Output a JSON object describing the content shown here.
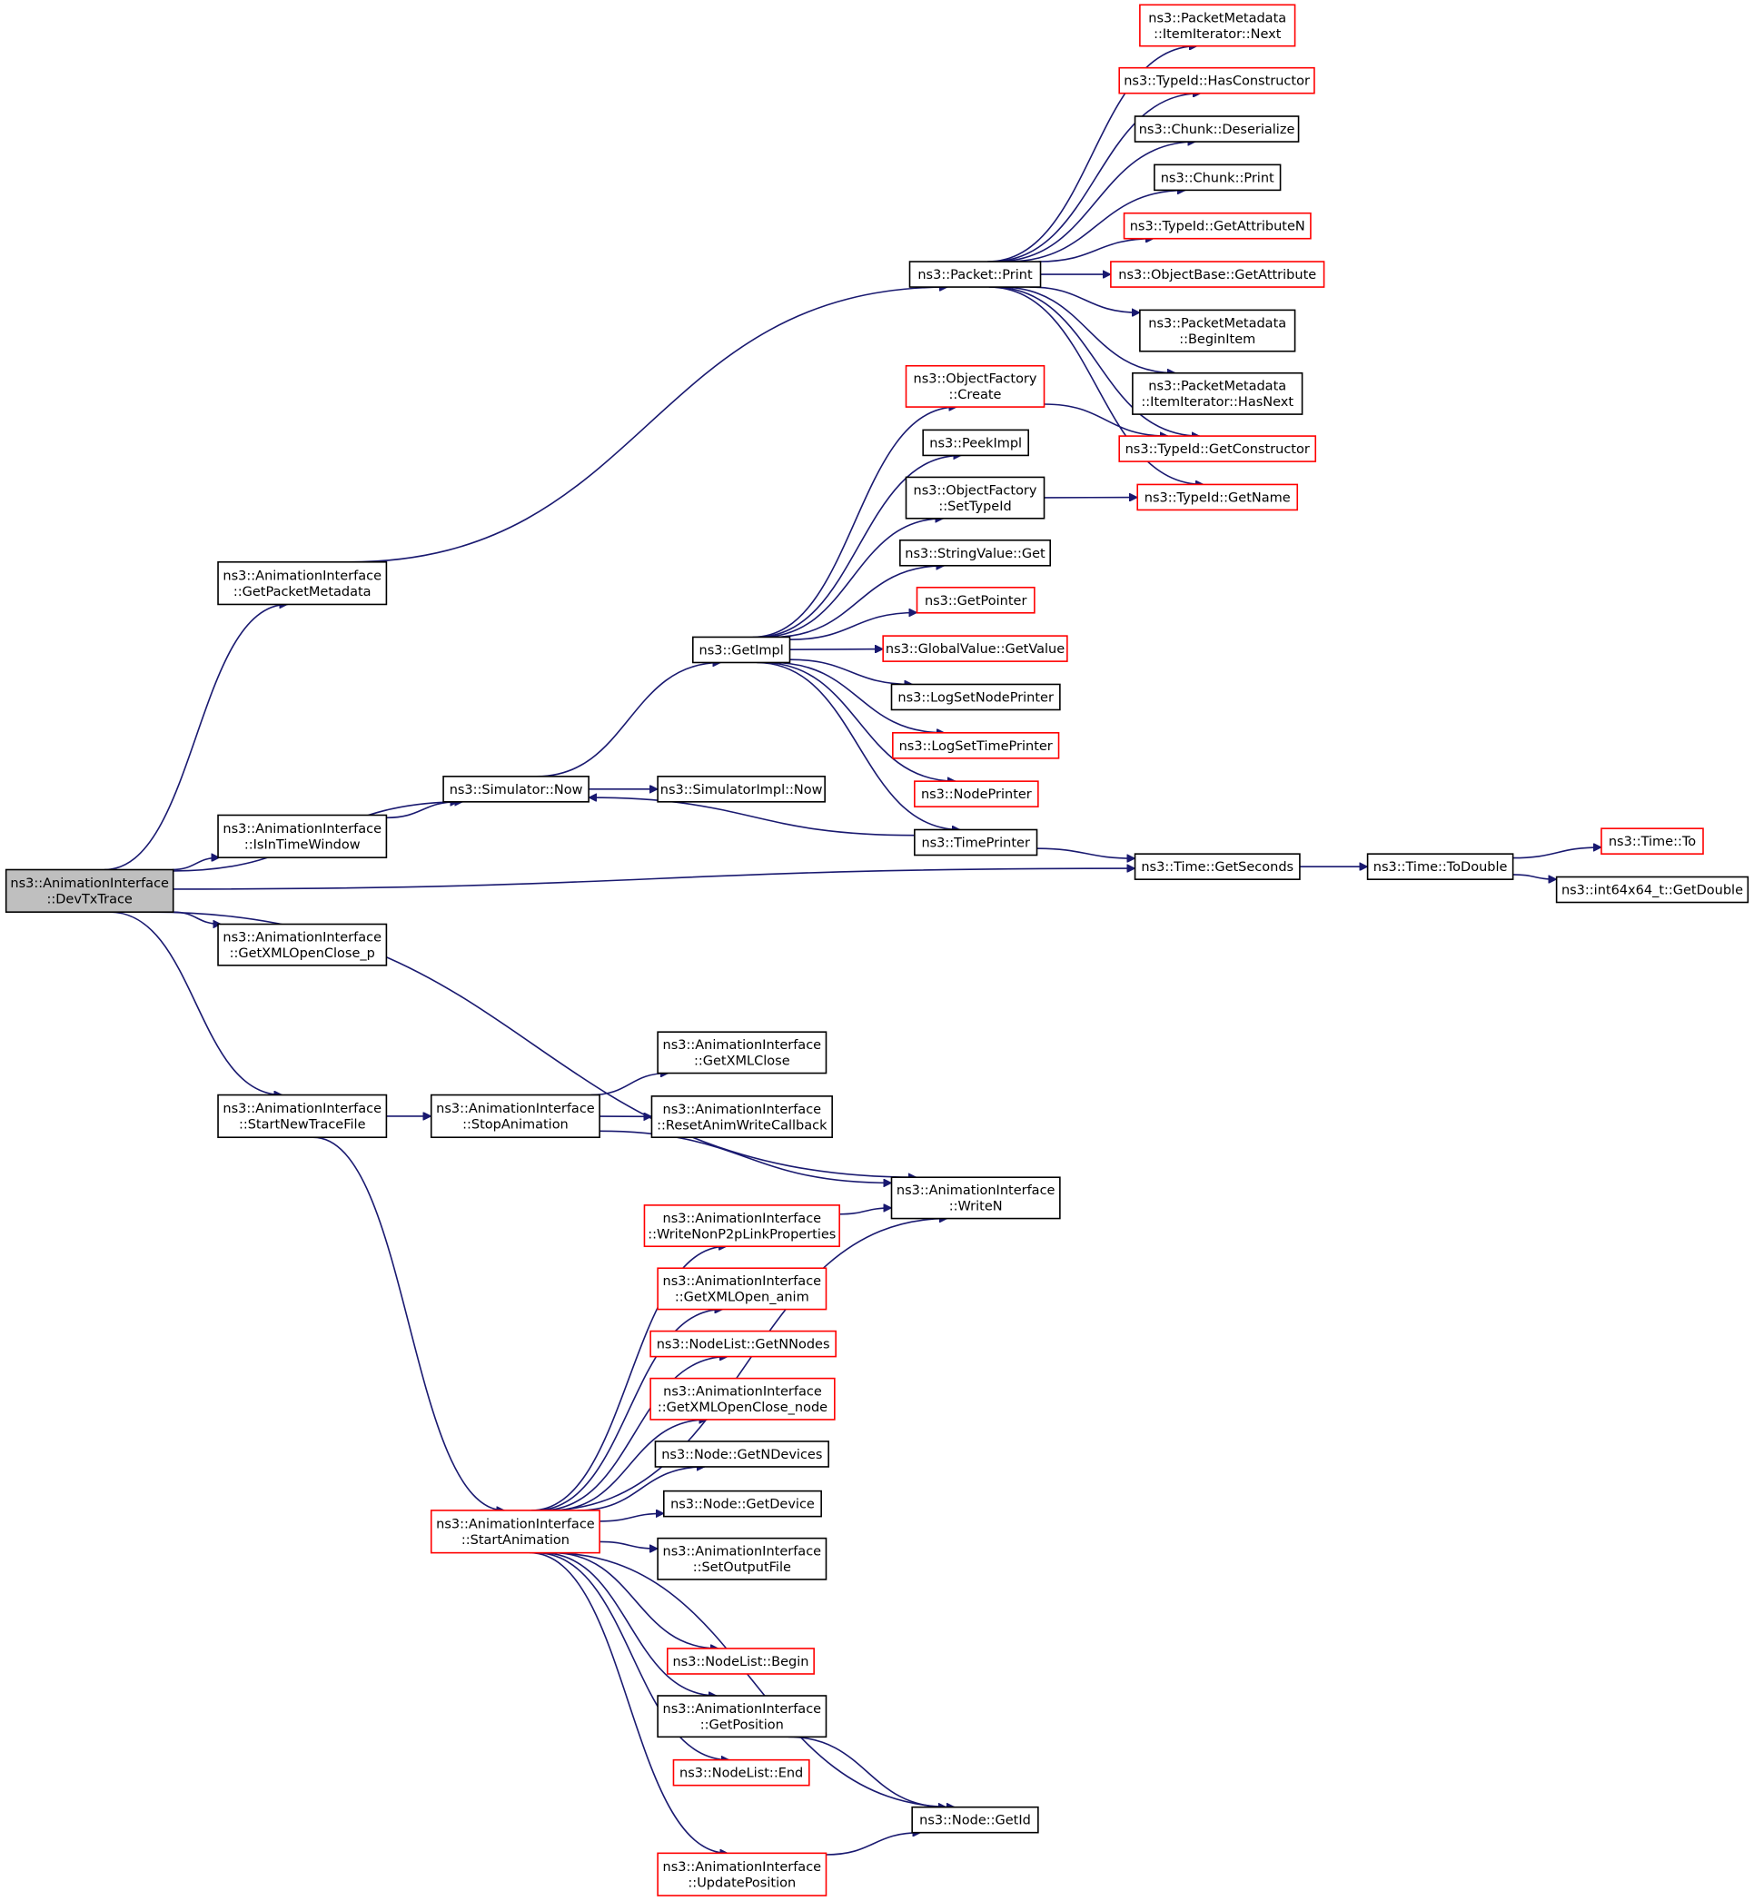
{
  "colors": {
    "edge": "#191970",
    "root_fill": "#bfbfbf",
    "border_normal": "#000000",
    "border_truncated": "#ff0000"
  },
  "nodes": [
    {
      "id": "devtx",
      "lines": [
        "ns3::AnimationInterface",
        "::DevTxTrace"
      ],
      "style": "root"
    },
    {
      "id": "getpktmeta",
      "lines": [
        "ns3::AnimationInterface",
        "::GetPacketMetadata"
      ],
      "style": "black"
    },
    {
      "id": "isintime",
      "lines": [
        "ns3::AnimationInterface",
        "::IsInTimeWindow"
      ],
      "style": "black"
    },
    {
      "id": "getxmloc_p",
      "lines": [
        "ns3::AnimationInterface",
        "::GetXMLOpenClose_p"
      ],
      "style": "black"
    },
    {
      "id": "startnew",
      "lines": [
        "ns3::AnimationInterface",
        "::StartNewTraceFile"
      ],
      "style": "black"
    },
    {
      "id": "packetprint",
      "lines": [
        "ns3::Packet::Print"
      ],
      "style": "black"
    },
    {
      "id": "simnow",
      "lines": [
        "ns3::Simulator::Now"
      ],
      "style": "black"
    },
    {
      "id": "stopanim",
      "lines": [
        "ns3::AnimationInterface",
        "::StopAnimation"
      ],
      "style": "black"
    },
    {
      "id": "startanim",
      "lines": [
        "ns3::AnimationInterface",
        "::StartAnimation"
      ],
      "style": "red"
    },
    {
      "id": "pm_next",
      "lines": [
        "ns3::PacketMetadata",
        "::ItemIterator::Next"
      ],
      "style": "red"
    },
    {
      "id": "tid_hascons",
      "lines": [
        "ns3::TypeId::HasConstructor"
      ],
      "style": "red"
    },
    {
      "id": "chunk_deser",
      "lines": [
        "ns3::Chunk::Deserialize"
      ],
      "style": "black"
    },
    {
      "id": "chunk_print",
      "lines": [
        "ns3::Chunk::Print"
      ],
      "style": "black"
    },
    {
      "id": "tid_getattrn",
      "lines": [
        "ns3::TypeId::GetAttributeN"
      ],
      "style": "red"
    },
    {
      "id": "ob_getattr",
      "lines": [
        "ns3::ObjectBase::GetAttribute"
      ],
      "style": "red"
    },
    {
      "id": "pm_begin",
      "lines": [
        "ns3::PacketMetadata",
        "::BeginItem"
      ],
      "style": "black"
    },
    {
      "id": "pm_hasnext",
      "lines": [
        "ns3::PacketMetadata",
        "::ItemIterator::HasNext"
      ],
      "style": "black"
    },
    {
      "id": "tid_getcons",
      "lines": [
        "ns3::TypeId::GetConstructor"
      ],
      "style": "red"
    },
    {
      "id": "tid_getname",
      "lines": [
        "ns3::TypeId::GetName"
      ],
      "style": "red"
    },
    {
      "id": "of_create",
      "lines": [
        "ns3::ObjectFactory",
        "::Create"
      ],
      "style": "red"
    },
    {
      "id": "peekimpl",
      "lines": [
        "ns3::PeekImpl"
      ],
      "style": "black"
    },
    {
      "id": "of_settid",
      "lines": [
        "ns3::ObjectFactory",
        "::SetTypeId"
      ],
      "style": "black"
    },
    {
      "id": "sv_get",
      "lines": [
        "ns3::StringValue::Get"
      ],
      "style": "black"
    },
    {
      "id": "getpointer",
      "lines": [
        "ns3::GetPointer"
      ],
      "style": "red"
    },
    {
      "id": "getimpl",
      "lines": [
        "ns3::GetImpl"
      ],
      "style": "black"
    },
    {
      "id": "gv_getvalue",
      "lines": [
        "ns3::GlobalValue::GetValue"
      ],
      "style": "red"
    },
    {
      "id": "logsetnode",
      "lines": [
        "ns3::LogSetNodePrinter"
      ],
      "style": "black"
    },
    {
      "id": "logsettime",
      "lines": [
        "ns3::LogSetTimePrinter"
      ],
      "style": "red"
    },
    {
      "id": "nodeprinter",
      "lines": [
        "ns3::NodePrinter"
      ],
      "style": "red"
    },
    {
      "id": "simimplnow",
      "lines": [
        "ns3::SimulatorImpl::Now"
      ],
      "style": "black"
    },
    {
      "id": "timeprinter",
      "lines": [
        "ns3::TimePrinter"
      ],
      "style": "black"
    },
    {
      "id": "getseconds",
      "lines": [
        "ns3::Time::GetSeconds"
      ],
      "style": "black"
    },
    {
      "id": "todouble",
      "lines": [
        "ns3::Time::ToDouble"
      ],
      "style": "black"
    },
    {
      "id": "time_to",
      "lines": [
        "ns3::Time::To"
      ],
      "style": "red"
    },
    {
      "id": "getdouble",
      "lines": [
        "ns3::int64x64_t::GetDouble"
      ],
      "style": "black"
    },
    {
      "id": "getxmlclose",
      "lines": [
        "ns3::AnimationInterface",
        "::GetXMLClose"
      ],
      "style": "black"
    },
    {
      "id": "resetanim",
      "lines": [
        "ns3::AnimationInterface",
        "::ResetAnimWriteCallback"
      ],
      "style": "black"
    },
    {
      "id": "writen",
      "lines": [
        "ns3::AnimationInterface",
        "::WriteN"
      ],
      "style": "black"
    },
    {
      "id": "writenonp2p",
      "lines": [
        "ns3::AnimationInterface",
        "::WriteNonP2pLinkProperties"
      ],
      "style": "red"
    },
    {
      "id": "getxmlopen_anim",
      "lines": [
        "ns3::AnimationInterface",
        "::GetXMLOpen_anim"
      ],
      "style": "red"
    },
    {
      "id": "nl_getnnodes",
      "lines": [
        "ns3::NodeList::GetNNodes"
      ],
      "style": "red"
    },
    {
      "id": "getxmloc_node",
      "lines": [
        "ns3::AnimationInterface",
        "::GetXMLOpenClose_node"
      ],
      "style": "red"
    },
    {
      "id": "node_getndev",
      "lines": [
        "ns3::Node::GetNDevices"
      ],
      "style": "black"
    },
    {
      "id": "node_getdev",
      "lines": [
        "ns3::Node::GetDevice"
      ],
      "style": "black"
    },
    {
      "id": "setoutput",
      "lines": [
        "ns3::AnimationInterface",
        "::SetOutputFile"
      ],
      "style": "black"
    },
    {
      "id": "nl_begin",
      "lines": [
        "ns3::NodeList::Begin"
      ],
      "style": "red"
    },
    {
      "id": "getposition",
      "lines": [
        "ns3::AnimationInterface",
        "::GetPosition"
      ],
      "style": "black"
    },
    {
      "id": "nl_end",
      "lines": [
        "ns3::NodeList::End"
      ],
      "style": "red"
    },
    {
      "id": "node_getid",
      "lines": [
        "ns3::Node::GetId"
      ],
      "style": "black"
    },
    {
      "id": "updatepos",
      "lines": [
        "ns3::AnimationInterface",
        "::UpdatePosition"
      ],
      "style": "red"
    }
  ],
  "edges": [
    [
      "devtx",
      "getpktmeta"
    ],
    [
      "devtx",
      "simnow"
    ],
    [
      "devtx",
      "isintime"
    ],
    [
      "devtx",
      "getseconds"
    ],
    [
      "devtx",
      "getxmloc_p"
    ],
    [
      "devtx",
      "writen"
    ],
    [
      "devtx",
      "startnew"
    ],
    [
      "getpktmeta",
      "packetprint"
    ],
    [
      "packetprint",
      "pm_next"
    ],
    [
      "packetprint",
      "tid_hascons"
    ],
    [
      "packetprint",
      "chunk_deser"
    ],
    [
      "packetprint",
      "chunk_print"
    ],
    [
      "packetprint",
      "tid_getattrn"
    ],
    [
      "packetprint",
      "ob_getattr"
    ],
    [
      "packetprint",
      "pm_begin"
    ],
    [
      "packetprint",
      "pm_hasnext"
    ],
    [
      "packetprint",
      "tid_getcons"
    ],
    [
      "packetprint",
      "tid_getname"
    ],
    [
      "isintime",
      "simnow"
    ],
    [
      "simnow",
      "getimpl"
    ],
    [
      "simnow",
      "simimplnow"
    ],
    [
      "getimpl",
      "of_create"
    ],
    [
      "getimpl",
      "peekimpl"
    ],
    [
      "getimpl",
      "of_settid"
    ],
    [
      "getimpl",
      "sv_get"
    ],
    [
      "getimpl",
      "getpointer"
    ],
    [
      "getimpl",
      "gv_getvalue"
    ],
    [
      "getimpl",
      "logsetnode"
    ],
    [
      "getimpl",
      "logsettime"
    ],
    [
      "getimpl",
      "nodeprinter"
    ],
    [
      "getimpl",
      "timeprinter"
    ],
    [
      "of_create",
      "tid_getcons"
    ],
    [
      "of_settid",
      "tid_getname"
    ],
    [
      "timeprinter",
      "simnow"
    ],
    [
      "timeprinter",
      "getseconds"
    ],
    [
      "getseconds",
      "todouble"
    ],
    [
      "todouble",
      "time_to"
    ],
    [
      "todouble",
      "getdouble"
    ],
    [
      "startnew",
      "stopanim"
    ],
    [
      "startnew",
      "startanim"
    ],
    [
      "stopanim",
      "getxmlclose"
    ],
    [
      "stopanim",
      "resetanim"
    ],
    [
      "stopanim",
      "writen"
    ],
    [
      "startanim",
      "writenonp2p"
    ],
    [
      "startanim",
      "getxmlopen_anim"
    ],
    [
      "startanim",
      "nl_getnnodes"
    ],
    [
      "startanim",
      "getxmloc_node"
    ],
    [
      "startanim",
      "node_getndev"
    ],
    [
      "startanim",
      "node_getdev"
    ],
    [
      "startanim",
      "setoutput"
    ],
    [
      "startanim",
      "writen"
    ],
    [
      "startanim",
      "nl_begin"
    ],
    [
      "startanim",
      "getposition"
    ],
    [
      "startanim",
      "nl_end"
    ],
    [
      "startanim",
      "node_getid"
    ],
    [
      "startanim",
      "updatepos"
    ],
    [
      "writenonp2p",
      "writen"
    ],
    [
      "getposition",
      "node_getid"
    ],
    [
      "updatepos",
      "node_getid"
    ]
  ]
}
